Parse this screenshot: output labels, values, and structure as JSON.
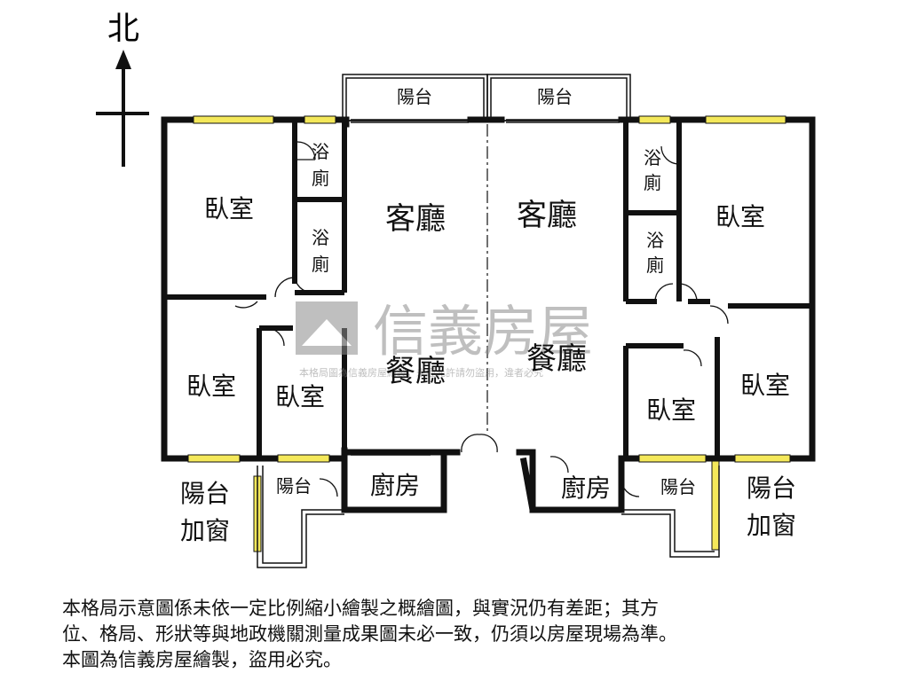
{
  "compass": {
    "north_label": "北"
  },
  "rooms": {
    "balcony_top_left": "陽台",
    "balcony_top_right": "陽台",
    "living_left": "客廳",
    "living_right": "客廳",
    "dining_left": "餐廳",
    "dining_right": "餐廳",
    "bath_label_top": "浴",
    "bath_label_bottom": "廁",
    "bed_label": "臥室",
    "kitchen_left": "廚房",
    "kitchen_right": "廚房",
    "balcony_bottom_left": "陽台",
    "balcony_bottom_right": "陽台",
    "balcony_window_l1": "陽台",
    "balcony_window_l2": "加窗",
    "balcony_window_r1": "陽台",
    "balcony_window_r2": "加窗"
  },
  "watermark": {
    "brand": "信義房屋",
    "note": "本格局圖為信義房屋繪製，未經允許請勿盜用，違者必究"
  },
  "disclaimer": {
    "line1": "本格局示意圖係未依一定比例縮小繪製之概繪圖，與實況仍有差距；其方",
    "line2": "位、格局、形狀等與地政機關測量成果圖未必一致，仍須以房屋現場為準。",
    "line3": "本圖為信義房屋繪製，盜用必究。"
  },
  "colors": {
    "wall": "#111111",
    "window": "#f4e85a",
    "watermark": "#9a9a9a"
  }
}
